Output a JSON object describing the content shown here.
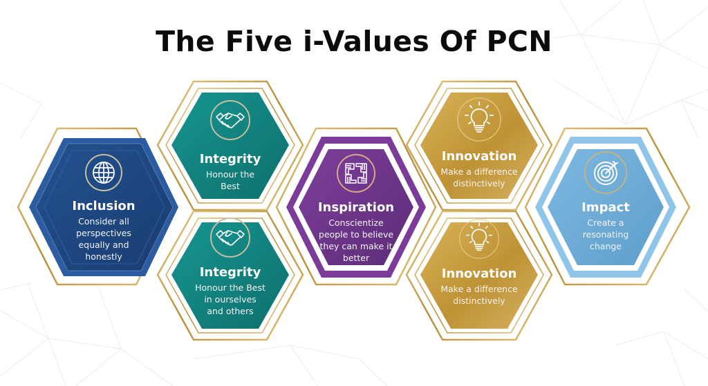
{
  "title": "The Five i-Values Of PCN",
  "colors": {
    "gold": "#C9A64E",
    "navy": "#1E4480",
    "teal": "#137F7B",
    "purple": "#6B3588",
    "gold_fill": "#C59A3A",
    "sky": "#6AAAD6"
  },
  "values": [
    {
      "name": "Inclusion",
      "description": "Consider all perspectives equally and honestly",
      "lines": [
        "Consider all",
        "perspectives",
        "equally and",
        "honestly"
      ],
      "icon": "globe-icon",
      "color": "#1E4480"
    },
    {
      "name": "Integrity",
      "description": "Honour the Best",
      "lines": [
        "Honour the",
        "Best"
      ],
      "icon": "handshake-icon",
      "color": "#137F7B"
    },
    {
      "name": "Integrity",
      "description": "Honour the Best in ourselves and others",
      "lines": [
        "Honour the Best",
        "in ourselves",
        "and others"
      ],
      "icon": "handshake-icon",
      "color": "#137F7B"
    },
    {
      "name": "Inspiration",
      "description": "Conscientize people to believe they can make it better",
      "lines": [
        "Conscientize",
        "people to believe",
        "they can make it",
        "better"
      ],
      "icon": "joined-hands-icon",
      "color": "#6B3588"
    },
    {
      "name": "Innovation",
      "description": "Make a difference distinctively",
      "lines": [
        "Make a difference",
        "distinctively"
      ],
      "icon": "lightbulb-icon",
      "color": "#C59A3A"
    },
    {
      "name": "Innovation",
      "description": "Make a difference distinctively",
      "lines": [
        "Make a difference",
        "distinctively"
      ],
      "icon": "lightbulb-icon",
      "color": "#C59A3A"
    },
    {
      "name": "Impact",
      "description": "Create a resonating change",
      "lines": [
        "Create a",
        "resonating",
        "change"
      ],
      "icon": "target-icon",
      "color": "#6AAAD6"
    }
  ]
}
